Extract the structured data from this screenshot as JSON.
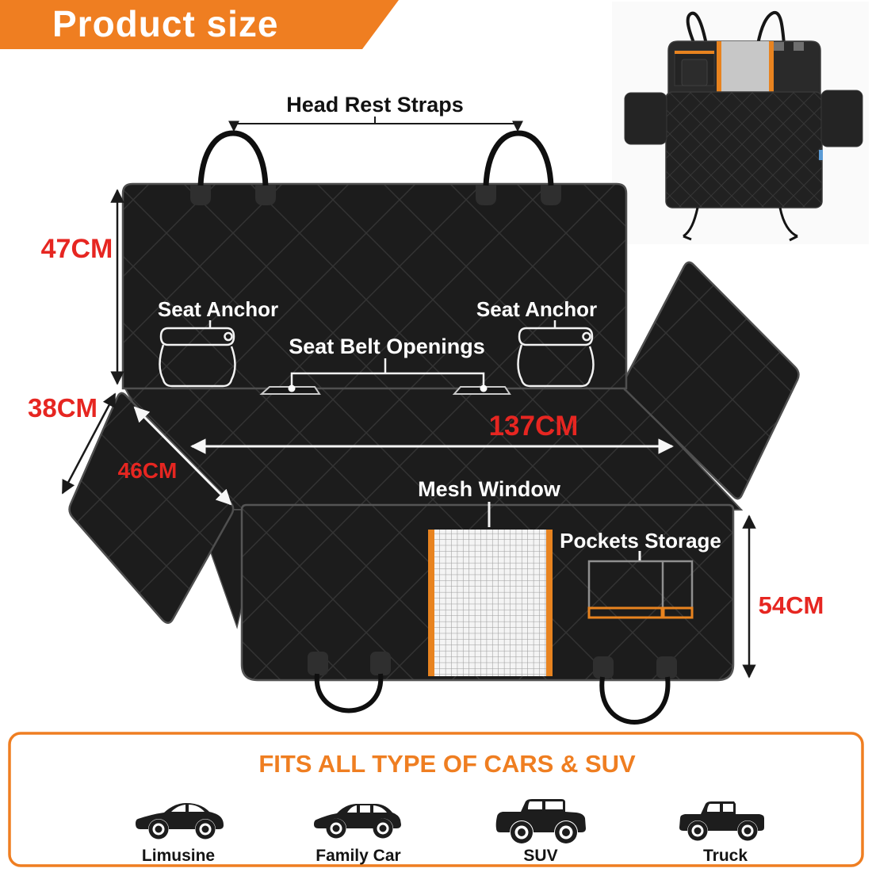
{
  "banner": {
    "title": "Product size"
  },
  "colors": {
    "accent_orange": "#ef7e21",
    "dimension_red": "#e62621",
    "fabric_black": "#1c1c1c",
    "mesh_trim_orange": "#e8831f"
  },
  "diagram": {
    "labels": {
      "head_rest_straps": "Head Rest Straps",
      "seat_anchor_left": "Seat Anchor",
      "seat_anchor_right": "Seat Anchor",
      "seat_belt_openings": "Seat Belt Openings",
      "mesh_window": "Mesh Window",
      "pockets_storage": "Pockets Storage"
    },
    "dimensions": {
      "back_panel_height": "47CM",
      "side_flap_width": "38CM",
      "side_flap_length": "46CM",
      "total_length": "137CM",
      "rear_panel_height": "54CM"
    }
  },
  "compatibility": {
    "title": "FITS ALL TYPE OF CARS & SUV",
    "vehicles": [
      {
        "label": "Limusine"
      },
      {
        "label": "Family Car"
      },
      {
        "label": "SUV"
      },
      {
        "label": "Truck"
      }
    ]
  }
}
